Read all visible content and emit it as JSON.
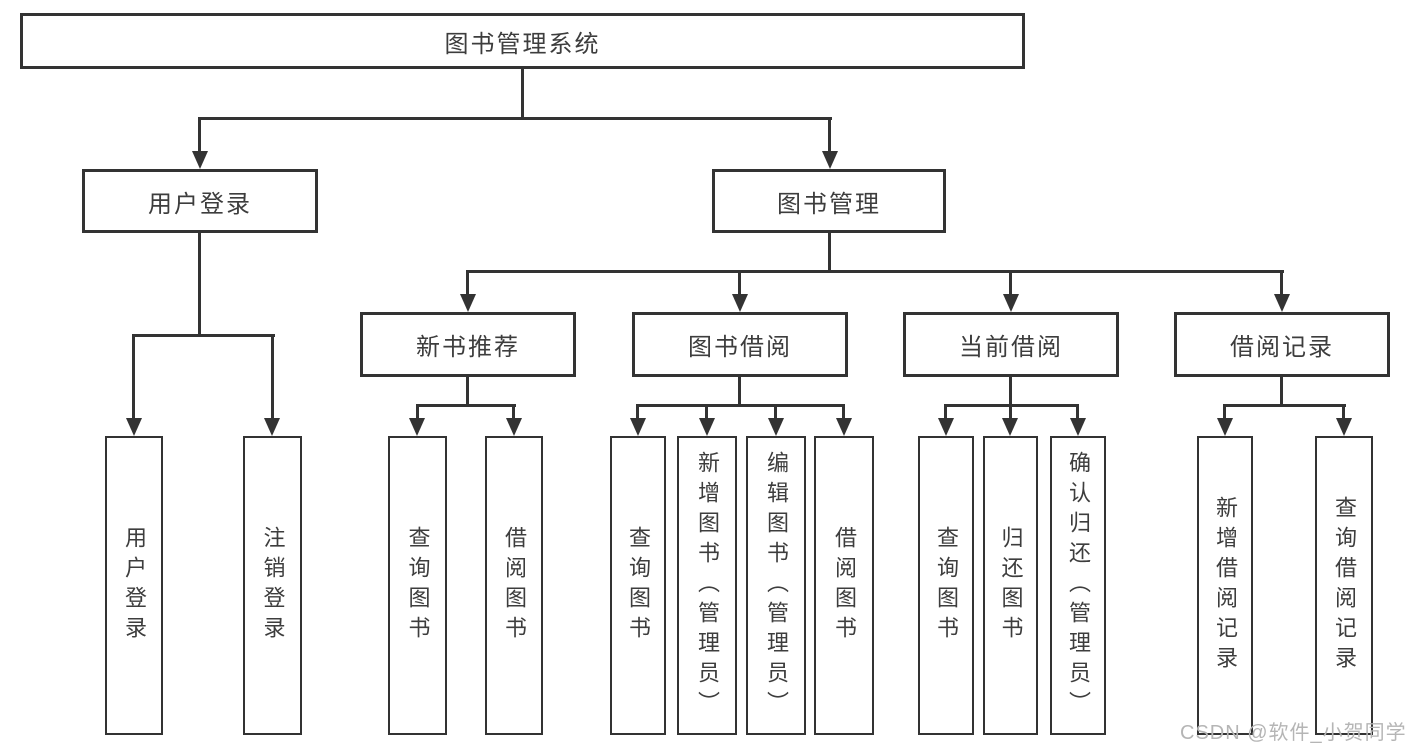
{
  "diagram": {
    "root": {
      "label": "图书管理系统"
    },
    "branches": [
      {
        "label": "用户登录",
        "children": [
          {
            "label": "用户登录"
          },
          {
            "label": "注销登录"
          }
        ]
      },
      {
        "label": "图书管理",
        "children": [
          {
            "label": "新书推荐",
            "children": [
              {
                "label": "查询图书"
              },
              {
                "label": "借阅图书"
              }
            ]
          },
          {
            "label": "图书借阅",
            "children": [
              {
                "label": "查询图书"
              },
              {
                "label": "新增图书（管理员）"
              },
              {
                "label": "编辑图书（管理员）"
              },
              {
                "label": "借阅图书"
              }
            ]
          },
          {
            "label": "当前借阅",
            "children": [
              {
                "label": "查询图书"
              },
              {
                "label": "归还图书"
              },
              {
                "label": "确认归还（管理员）"
              }
            ]
          },
          {
            "label": "借阅记录",
            "children": [
              {
                "label": "新增借阅记录"
              },
              {
                "label": "查询借阅记录"
              }
            ]
          }
        ]
      }
    ]
  },
  "watermark": {
    "text": "CSDN @软件_小贺同学"
  },
  "colors": {
    "line": "#333333",
    "text": "#3d3d3d",
    "background": "#ffffff",
    "watermark": "#b5b5b5"
  }
}
